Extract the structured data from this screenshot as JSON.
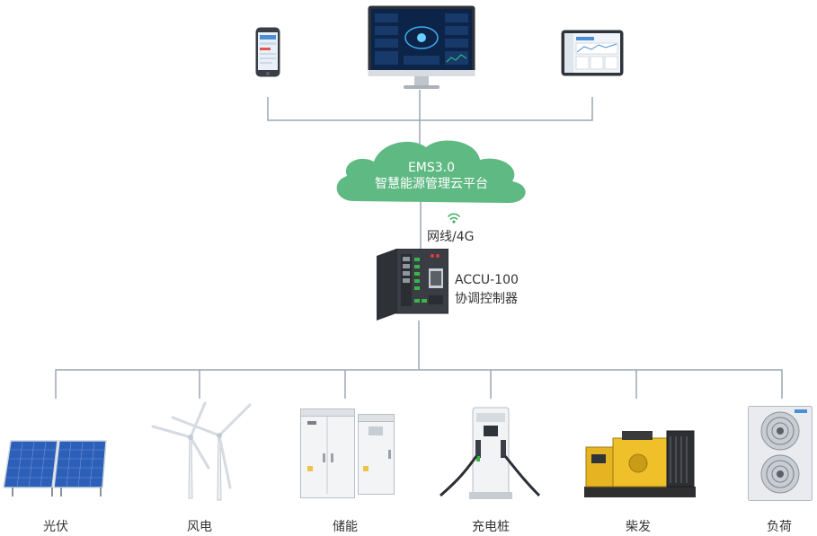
{
  "cloud": {
    "line1": "EMS3.0",
    "line2": "智慧能源管理云平台",
    "color": "#5fb983"
  },
  "network": {
    "label": "网线/4G",
    "icon": "wifi-icon"
  },
  "controller": {
    "model": "ACCU-100",
    "name": "协调控制器"
  },
  "clients": [
    {
      "name": "phone",
      "icon": "smartphone-icon"
    },
    {
      "name": "desktop",
      "icon": "monitor-icon"
    },
    {
      "name": "tablet",
      "icon": "tablet-icon"
    }
  ],
  "devices": [
    {
      "label": "光伏",
      "icon": "solar-panel-icon"
    },
    {
      "label": "风电",
      "icon": "wind-turbine-icon"
    },
    {
      "label": "储能",
      "icon": "energy-storage-cabinet-icon"
    },
    {
      "label": "充电桩",
      "icon": "ev-charger-icon"
    },
    {
      "label": "柴发",
      "icon": "diesel-generator-icon"
    },
    {
      "label": "负荷",
      "icon": "load-unit-icon"
    }
  ],
  "colors": {
    "line": "#9aa7b3",
    "accent_green": "#5fb983",
    "wifi_green": "#4caf6a"
  }
}
